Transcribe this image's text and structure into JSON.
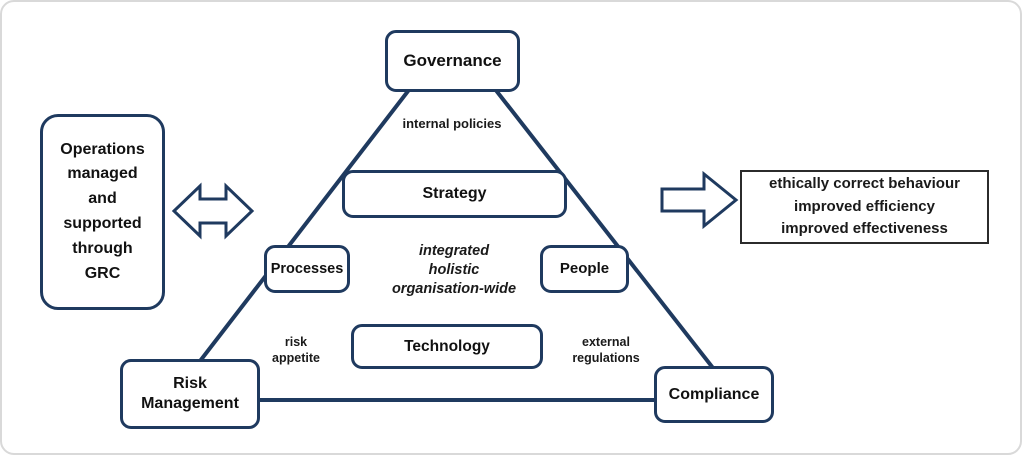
{
  "colors": {
    "navy": "#1f3a5f"
  },
  "triangle": {
    "governance": "Governance",
    "risk_management_lines": [
      "Risk",
      "Management"
    ],
    "compliance": "Compliance"
  },
  "inner": {
    "internal_policies": "internal policies",
    "strategy": "Strategy",
    "processes": "Processes",
    "people": "People",
    "technology": "Technology",
    "holistic_lines": [
      "integrated",
      "holistic",
      "organisation-wide"
    ],
    "risk_appetite_lines": [
      "risk",
      "appetite"
    ],
    "external_regulations_lines": [
      "external",
      "regulations"
    ]
  },
  "left_box": {
    "lines": [
      "Operations",
      "managed",
      "and",
      "supported",
      "through",
      "GRC"
    ]
  },
  "right_box": {
    "lines": [
      "ethically correct behaviour",
      "improved efficiency",
      "improved effectiveness"
    ]
  },
  "icons": {
    "double_arrow": "double-headed-arrow",
    "right_arrow": "right-arrow",
    "triangle_outline": "grc-triangle"
  }
}
